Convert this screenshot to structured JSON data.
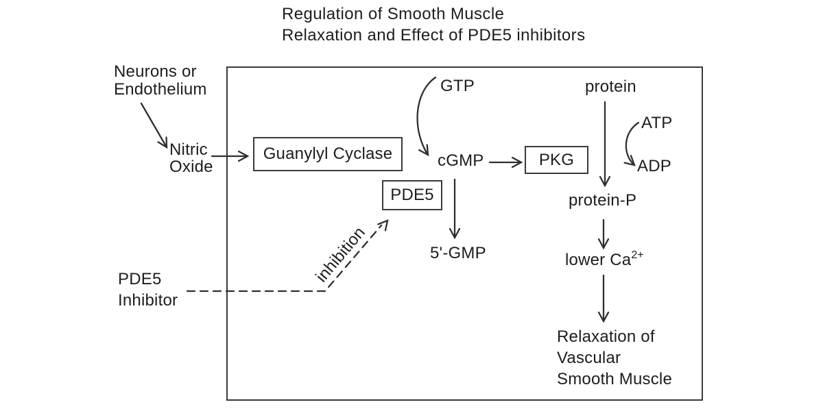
{
  "title": {
    "line1": "Regulation of Smooth Muscle",
    "line2": "Relaxation and Effect of PDE5 inhibitors"
  },
  "nodes": {
    "neurons": "Neurons or\nEndothelium",
    "nitric_oxide": "Nitric\nOxide",
    "guanylyl_cyclase": "Guanylyl Cyclase",
    "gtp": "GTP",
    "cgmp": "cGMP",
    "pkg": "PKG",
    "pde5": "PDE5",
    "five_gmp": "5'-GMP",
    "protein": "protein",
    "atp": "ATP",
    "adp": "ADP",
    "protein_p": "protein-P",
    "lower_ca_base": "lower Ca",
    "lower_ca_sup": "2+",
    "relaxation": "Relaxation of\nVascular\nSmooth Muscle",
    "pde5_inhibitor": "PDE5\nInhibitor",
    "inhibition_label": "inhibition"
  },
  "colors": {
    "background": "#ffffff",
    "text": "#1d1d1d",
    "line": "#2e2e2e",
    "box_border": "#3a3a3a"
  }
}
